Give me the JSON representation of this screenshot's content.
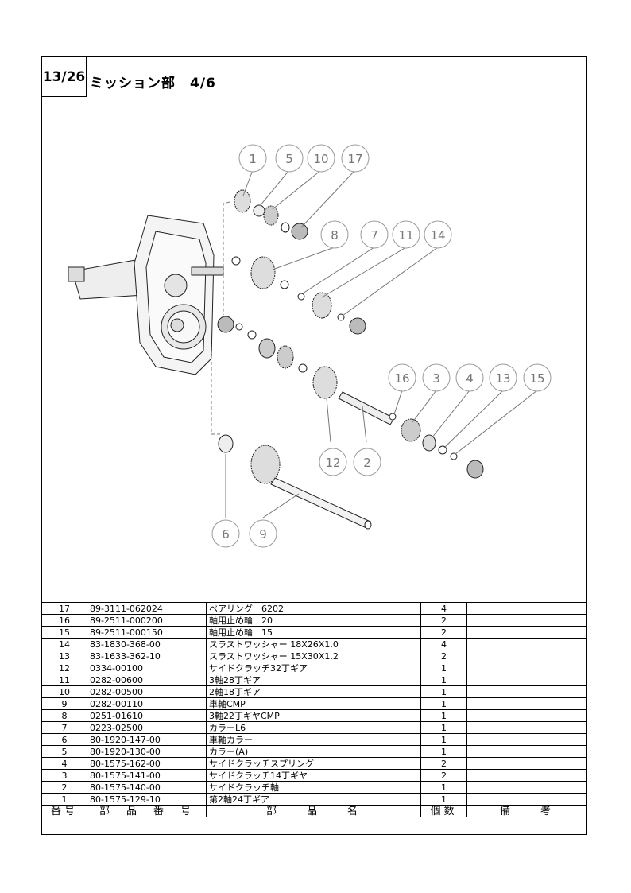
{
  "header": {
    "page_no": "13/26",
    "title": "ミッション部　4/6"
  },
  "callouts": [
    "1",
    "5",
    "10",
    "17",
    "8",
    "7",
    "11",
    "14",
    "16",
    "3",
    "4",
    "13",
    "15",
    "12",
    "2",
    "6",
    "9"
  ],
  "table": {
    "headers": {
      "no": "番号",
      "part_no": "部　品　番　号",
      "name": "部　　品　　名",
      "qty": "個数",
      "remarks": "備　　考"
    },
    "rows": [
      {
        "no": "17",
        "part_no": "89-3111-062024",
        "name": "ベアリング　6202",
        "qty": "4",
        "remarks": ""
      },
      {
        "no": "16",
        "part_no": "89-2511-000200",
        "name": "軸用止め輪　20",
        "qty": "2",
        "remarks": ""
      },
      {
        "no": "15",
        "part_no": "89-2511-000150",
        "name": "軸用止め輪　15",
        "qty": "2",
        "remarks": ""
      },
      {
        "no": "14",
        "part_no": "83-1830-368-00",
        "name": "スラストワッシャー 18X26X1.0",
        "qty": "4",
        "remarks": ""
      },
      {
        "no": "13",
        "part_no": "83-1633-362-10",
        "name": "スラストワッシャー 15X30X1.2",
        "qty": "2",
        "remarks": ""
      },
      {
        "no": "12",
        "part_no": "0334-00100",
        "name": "サイドクラッチ32丁ギア",
        "qty": "1",
        "remarks": ""
      },
      {
        "no": "11",
        "part_no": "0282-00600",
        "name": "3軸28丁ギア",
        "qty": "1",
        "remarks": ""
      },
      {
        "no": "10",
        "part_no": "0282-00500",
        "name": "2軸18丁ギア",
        "qty": "1",
        "remarks": ""
      },
      {
        "no": "9",
        "part_no": "0282-00110",
        "name": "車軸CMP",
        "qty": "1",
        "remarks": ""
      },
      {
        "no": "8",
        "part_no": "0251-01610",
        "name": "3軸22丁ギヤCMP",
        "qty": "1",
        "remarks": ""
      },
      {
        "no": "7",
        "part_no": "0223-02500",
        "name": "カラーL6",
        "qty": "1",
        "remarks": ""
      },
      {
        "no": "6",
        "part_no": "80-1920-147-00",
        "name": "車軸カラー",
        "qty": "1",
        "remarks": ""
      },
      {
        "no": "5",
        "part_no": "80-1920-130-00",
        "name": "カラー(A)",
        "qty": "1",
        "remarks": ""
      },
      {
        "no": "4",
        "part_no": "80-1575-162-00",
        "name": "サイドクラッチスプリング",
        "qty": "2",
        "remarks": ""
      },
      {
        "no": "3",
        "part_no": "80-1575-141-00",
        "name": "サイドクラッチ14丁ギヤ",
        "qty": "2",
        "remarks": ""
      },
      {
        "no": "2",
        "part_no": "80-1575-140-00",
        "name": "サイドクラッチ軸",
        "qty": "1",
        "remarks": ""
      },
      {
        "no": "1",
        "part_no": "80-1575-129-10",
        "name": "第2軸24丁ギア",
        "qty": "1",
        "remarks": ""
      }
    ]
  }
}
